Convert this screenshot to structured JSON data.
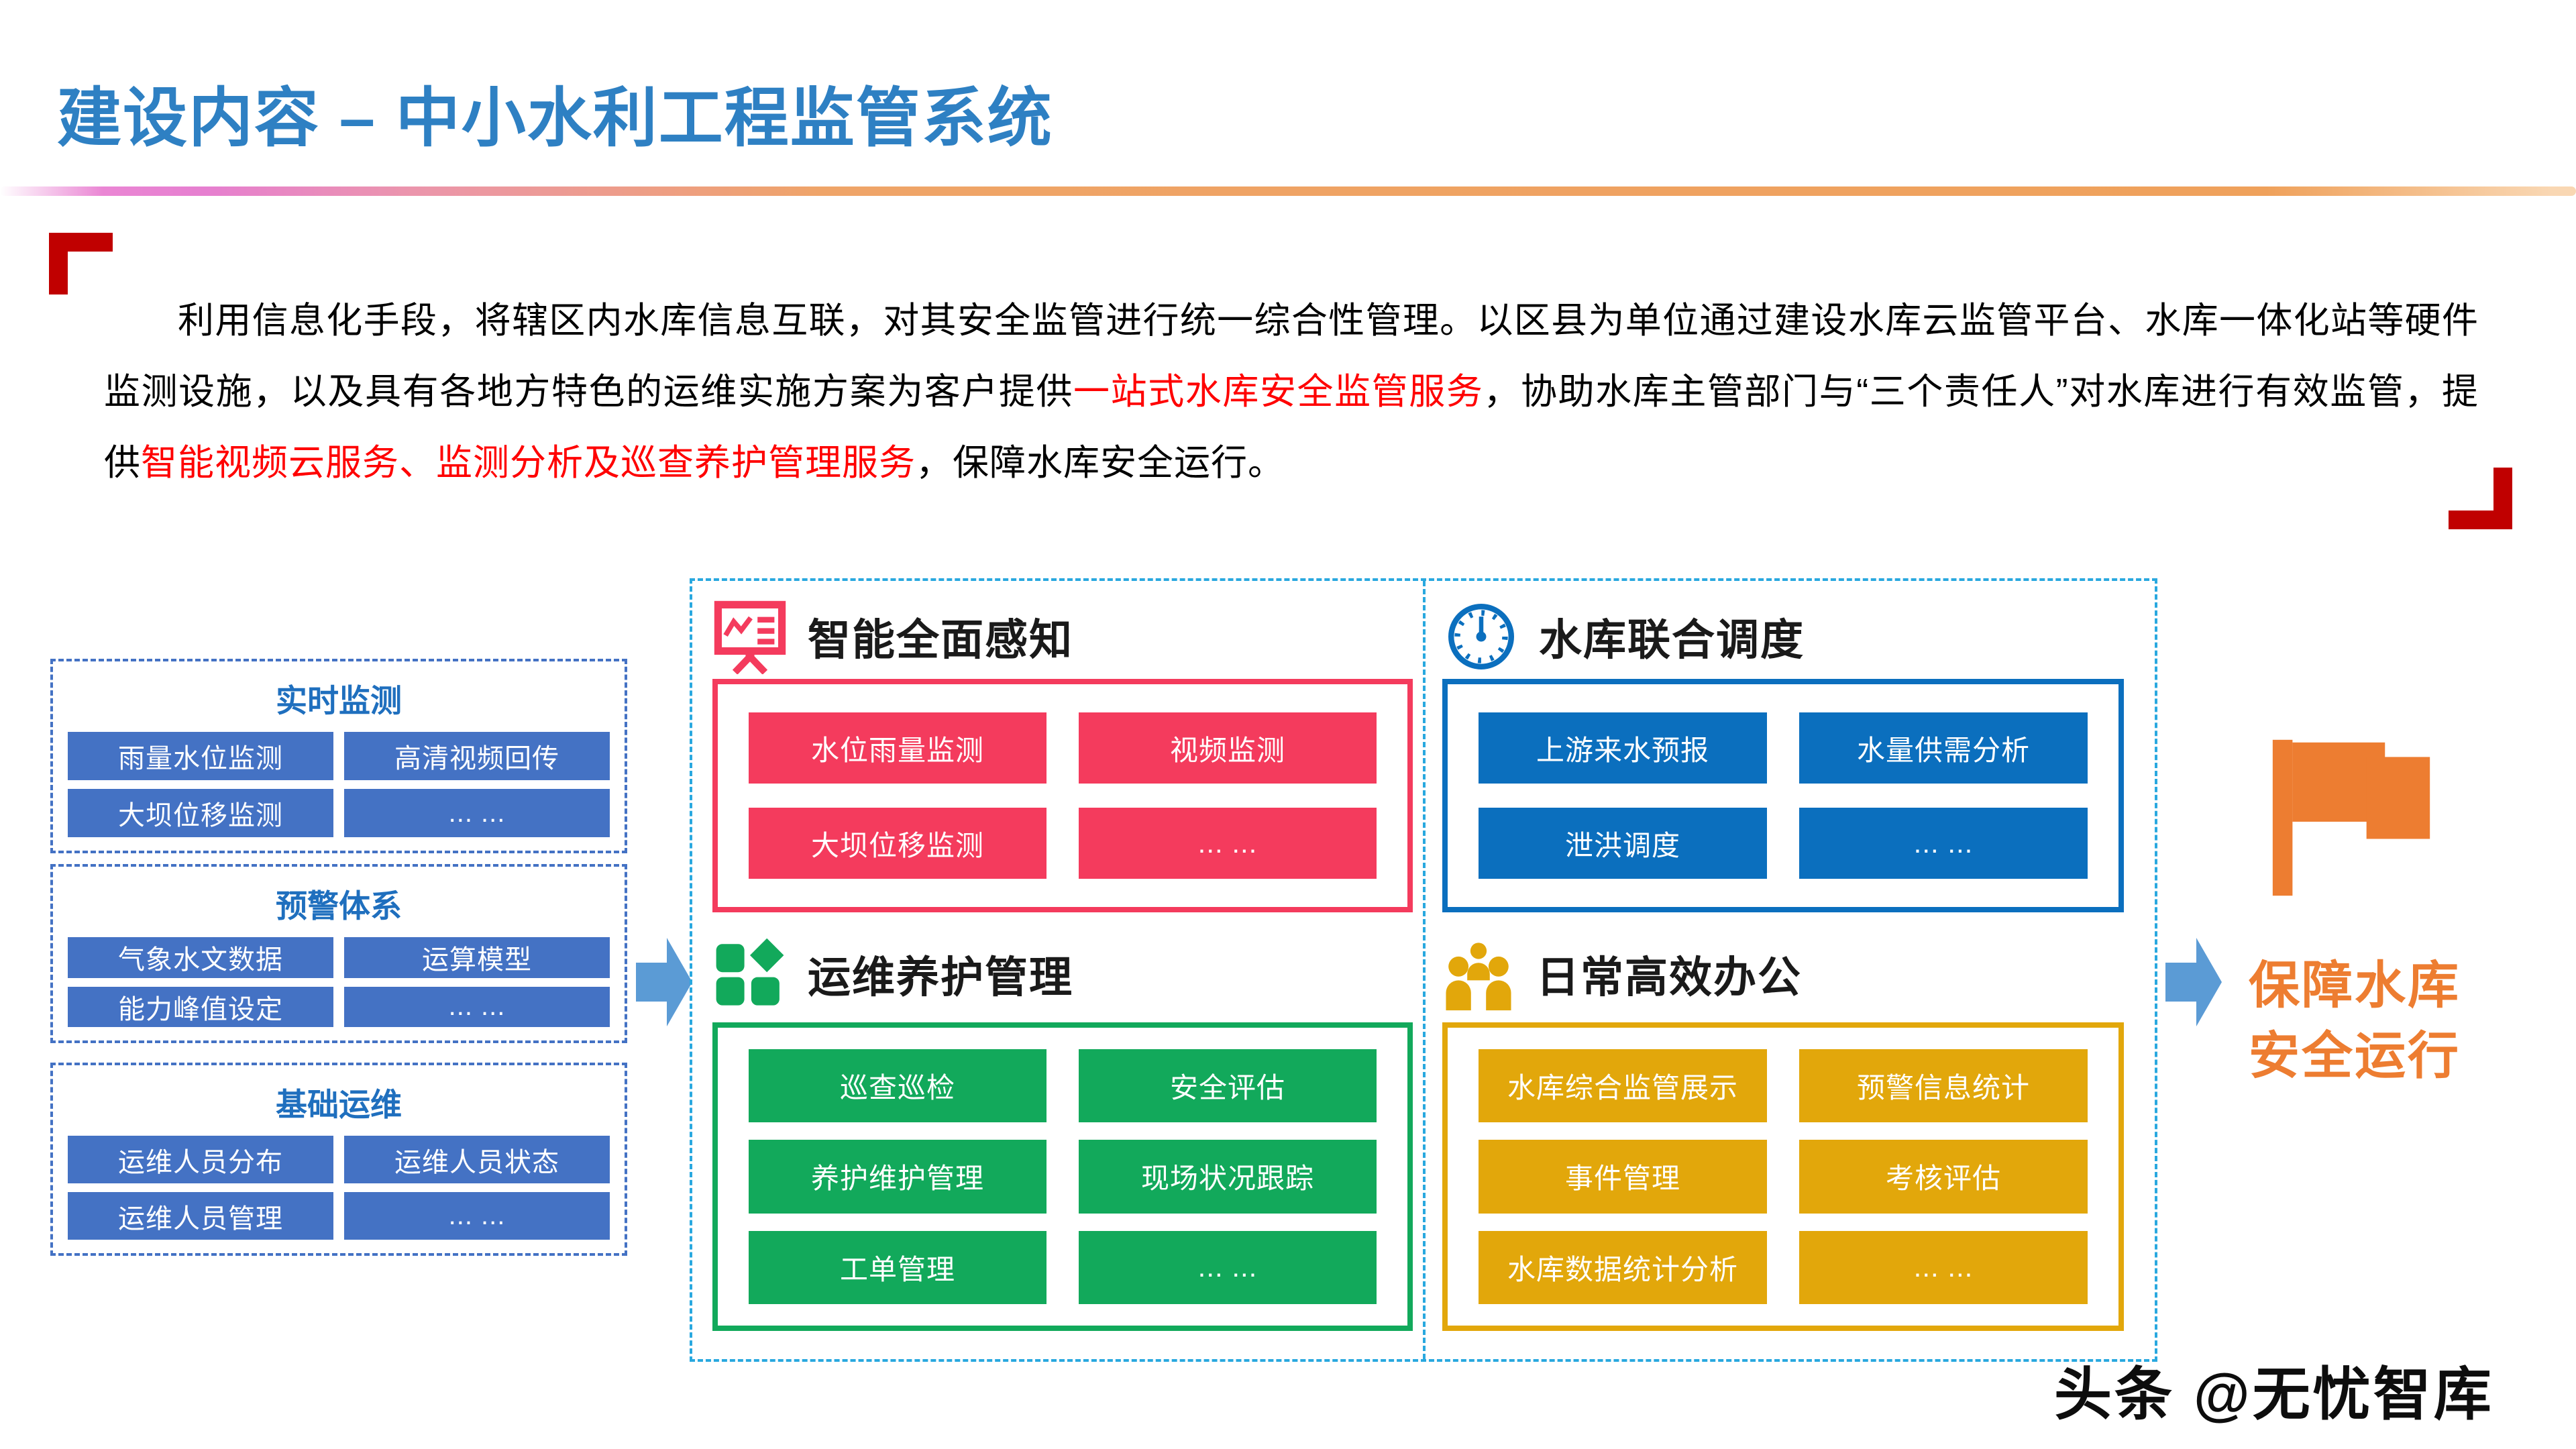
{
  "header": {
    "title": "建设内容 – 中小水利工程监管系统"
  },
  "paragraph": {
    "segments": [
      {
        "text": "利用信息化手段，将辖区内水库信息互联，对其安全监管进行统一综合性管理。以区县为单位通过建设水库云监管平台、水库一体化站等硬件监测设施，以及具有各地方特色的运维实施方案为客户提供",
        "color": "black"
      },
      {
        "text": "一站式水库安全监管服务",
        "color": "red"
      },
      {
        "text": "，协助水库主管部门与“三个责任人”对水库进行有效监管，提供",
        "color": "black"
      },
      {
        "text": "智能视频云服务、监测分析及巡查养护管理服务",
        "color": "red"
      },
      {
        "text": "，保障水库安全运行。",
        "color": "black"
      }
    ]
  },
  "left_panels": [
    {
      "title": "实时监测",
      "buttons": [
        "雨量水位监测",
        "高清视频回传",
        "大坝位移监测",
        "... ..."
      ]
    },
    {
      "title": "预警体系",
      "buttons": [
        "气象水文数据",
        "运算模型",
        "能力峰值设定",
        "... ..."
      ]
    },
    {
      "title": "基础运维",
      "buttons": [
        "运维人员分布",
        "运维人员状态",
        "运维人员管理",
        "... ..."
      ]
    }
  ],
  "platform": {
    "quadrants": [
      {
        "title": "智能全面感知",
        "icon": "chart-board-icon",
        "color": "#F43B5D",
        "buttons": [
          "水位雨量监测",
          "视频监测",
          "大坝位移监测",
          "... ..."
        ]
      },
      {
        "title": "水库联合调度",
        "icon": "clock-icon",
        "color": "#0B6FBE",
        "buttons": [
          "上游来水预报",
          "水量供需分析",
          "泄洪调度",
          "... ..."
        ]
      },
      {
        "title": "运维养护管理",
        "icon": "grid-diamond-icon",
        "color": "#12A95B",
        "buttons": [
          "巡查巡检",
          "安全评估",
          "养护维护管理",
          "现场状况跟踪",
          "工单管理",
          "... ..."
        ]
      },
      {
        "title": "日常高效办公",
        "icon": "people-group-icon",
        "color": "#E2A70B",
        "buttons": [
          "水库综合监管展示",
          "预警信息统计",
          "事件管理",
          "考核评估",
          "水库数据统计分析",
          "... ..."
        ]
      }
    ]
  },
  "flow": {
    "arrow_icon": "arrow-right-icon",
    "outcome_icon": "flag-icon",
    "outcome_line1": "保障水库",
    "outcome_line2": "安全运行"
  },
  "watermark": {
    "text": "头条 @无忧智库"
  },
  "colors": {
    "title_blue": "#2E80C3",
    "corner_red": "#C00000",
    "highlight_red": "#FF0000",
    "panel_blue": "#4472C4",
    "panel_title_blue": "#1F6FBE",
    "container_dash_blue": "#29A8DF",
    "quadrant_red": "#F43B5D",
    "quadrant_blue": "#0B6FBE",
    "quadrant_green": "#12A95B",
    "quadrant_yellow": "#E2A70B",
    "arrow_blue": "#5B9BD5",
    "outcome_orange": "#ED7D31",
    "gradient_pink": "#E67FD0",
    "gradient_orange": "#EFA15B"
  }
}
